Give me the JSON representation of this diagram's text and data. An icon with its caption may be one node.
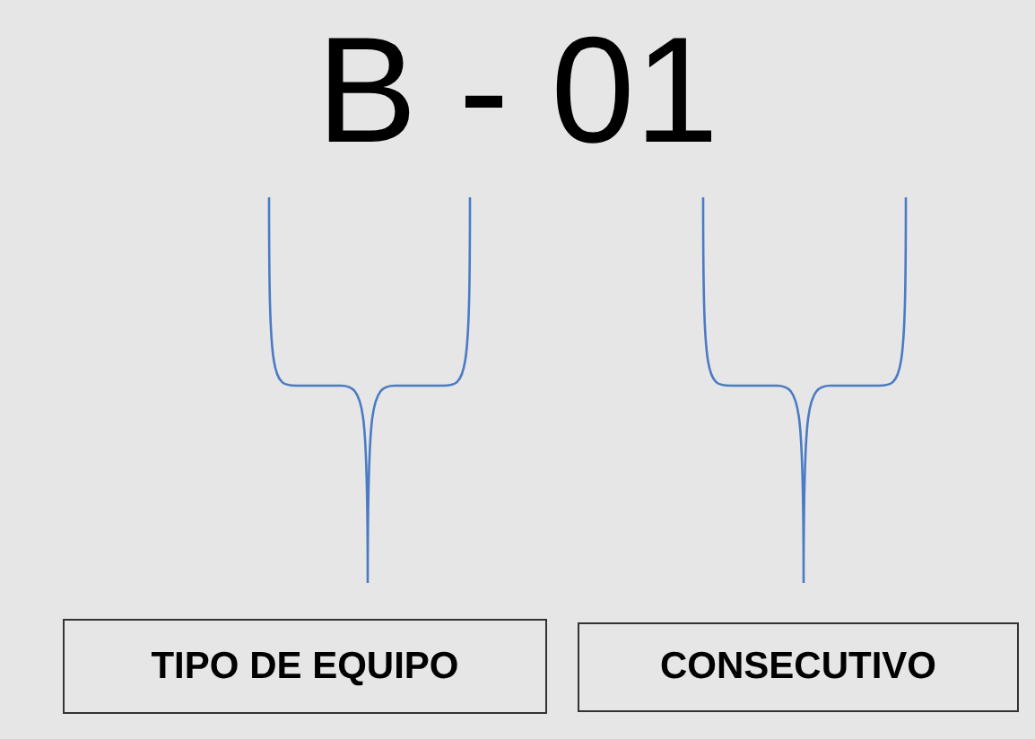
{
  "diagram": {
    "title": "B - 01",
    "nodes": [
      {
        "text": [
          "TIPO DE EQUIPO"
        ]
      },
      {
        "text": [
          "CONSECUTIVO"
        ]
      }
    ]
  }
}
